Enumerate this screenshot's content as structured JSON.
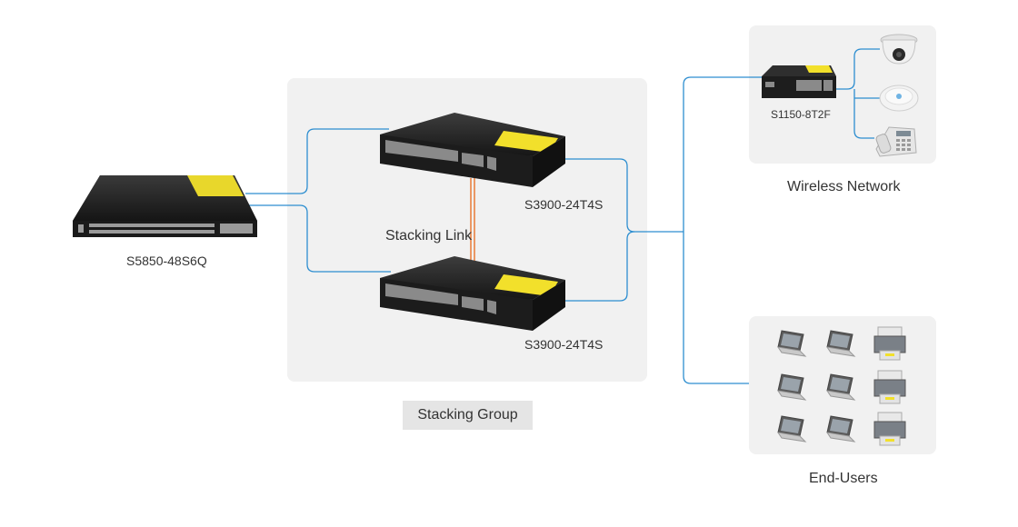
{
  "colors": {
    "link": "#2d8ed0",
    "stack_link": "#e8732a",
    "panel": "#f1f1f1",
    "switch_body": "#1e1e1e",
    "switch_label": "#f2e02b"
  },
  "core_switch": {
    "name": "S5850-48S6Q",
    "icon": "switch-icon"
  },
  "stacking_group": {
    "caption": "Stacking Group",
    "stacking_link_label": "Stacking Link",
    "top_switch": {
      "name": "S3900-24T4S",
      "icon": "switch-icon"
    },
    "bottom_switch": {
      "name": "S3900-24T4S",
      "icon": "switch-icon"
    }
  },
  "wireless_network": {
    "caption": "Wireless Network",
    "switch": {
      "name": "S1150-8T2F",
      "icon": "switch-icon"
    },
    "devices": [
      {
        "icon": "dome-camera-icon"
      },
      {
        "icon": "access-point-icon"
      },
      {
        "icon": "ip-phone-icon"
      }
    ]
  },
  "end_users": {
    "caption": "End-Users",
    "devices": [
      {
        "icon": "laptop-icon"
      },
      {
        "icon": "laptop-icon"
      },
      {
        "icon": "printer-icon"
      },
      {
        "icon": "laptop-icon"
      },
      {
        "icon": "laptop-icon"
      },
      {
        "icon": "printer-icon"
      },
      {
        "icon": "laptop-icon"
      },
      {
        "icon": "laptop-icon"
      },
      {
        "icon": "printer-icon"
      }
    ]
  }
}
